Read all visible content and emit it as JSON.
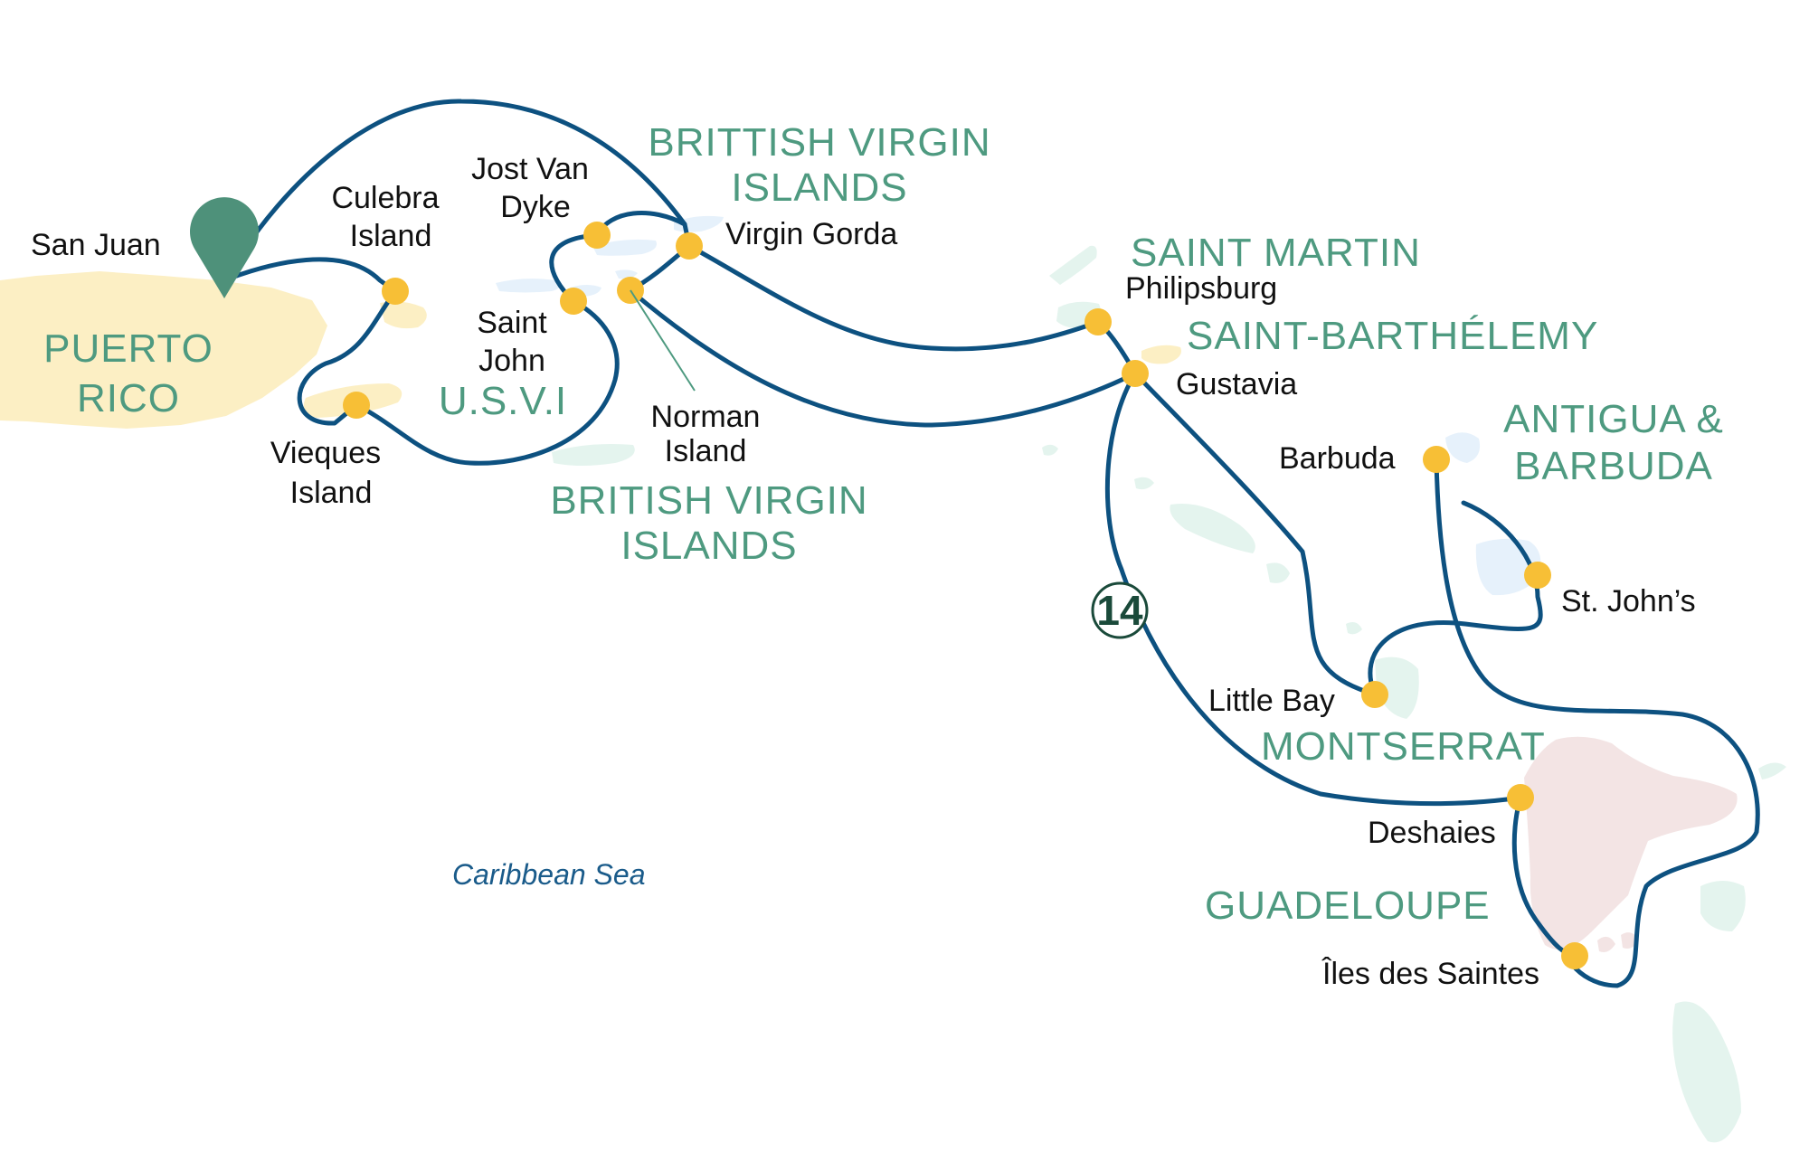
{
  "colors": {
    "route": "#0d5180",
    "port": "#f7bf36",
    "region_label": "#4e9a80",
    "start_marker": "#4e917a",
    "land_puerto_rico": "#fcefc4",
    "land_guadeloupe": "#f3e4e4",
    "land_green": "#e4f4ee",
    "land_blue": "#e6f1fb"
  },
  "regions": {
    "puerto_rico": [
      "PUERTO",
      "RICO"
    ],
    "brittish_virgin_islands_top": [
      "BRITTISH VIRGIN",
      "ISLANDS"
    ],
    "usvi": "U.S.V.I",
    "british_virgin_islands_bottom": [
      "BRITISH VIRGIN",
      "ISLANDS"
    ],
    "saint_martin": "SAINT MARTIN",
    "saint_barthelemy": "SAINT-BARTHÉLEMY",
    "antigua_barbuda": [
      "ANTIGUA &",
      "BARBUDA"
    ],
    "montserrat": "MONTSERRAT",
    "guadeloupe": "GUADELOUPE"
  },
  "places": {
    "san_juan": "San Juan",
    "culebra": [
      "Culebra",
      "Island"
    ],
    "vieques": [
      "Vieques",
      "Island"
    ],
    "jost_van_dyke": [
      "Jost Van",
      "Dyke"
    ],
    "saint_john": [
      "Saint",
      "John"
    ],
    "norman_island": [
      "Norman",
      "Island"
    ],
    "virgin_gorda": "Virgin Gorda",
    "philipsburg": "Philipsburg",
    "gustavia": "Gustavia",
    "barbuda": "Barbuda",
    "st_johns": "St. John’s",
    "little_bay": "Little Bay",
    "deshaies": "Deshaies",
    "iles_des_saintes": "Îles des Saintes"
  },
  "sea_label": "Caribbean Sea",
  "duration_badge": "14",
  "icons": {
    "start": "map-pin-icon",
    "port": "port-dot-icon"
  }
}
